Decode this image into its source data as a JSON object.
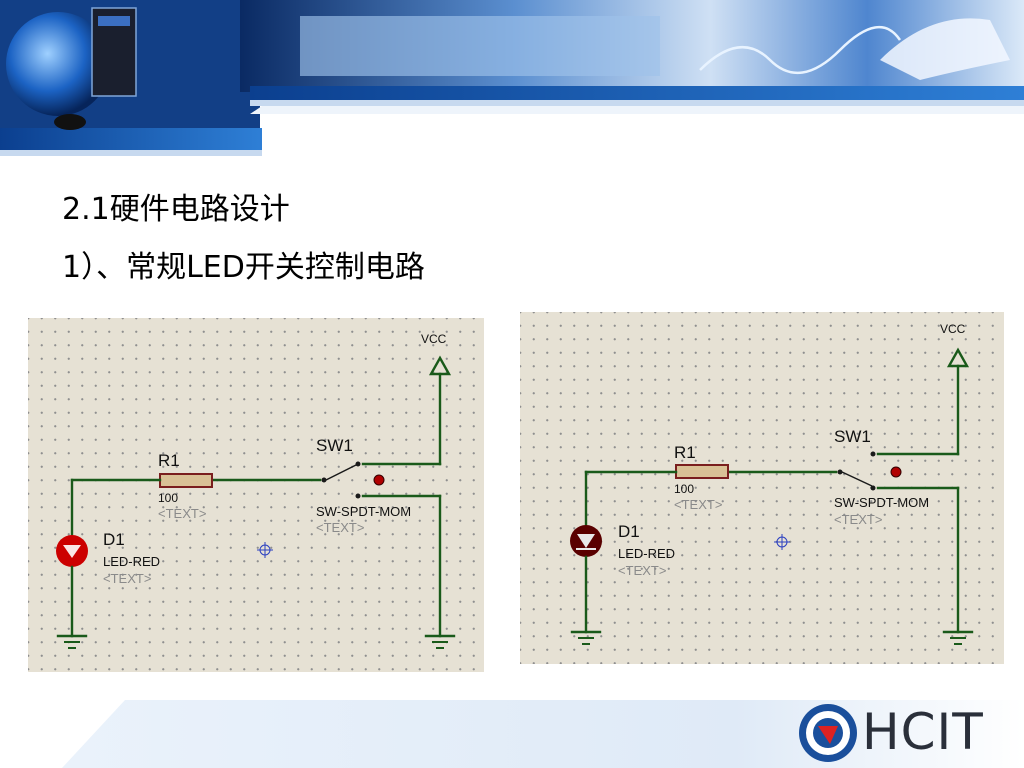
{
  "slide": {
    "title": "2.1硬件电路设计",
    "subtitle": "1）、常规LED开关控制电路"
  },
  "left_circuit": {
    "vcc": "VCC",
    "sw_ref": "SW1",
    "sw_model": "SW-SPDT-MOM",
    "sw_text": "<TEXT>",
    "r_ref": "R1",
    "r_value": "100",
    "r_text": "<TEXT>",
    "d_ref": "D1",
    "d_model": "LED-RED",
    "d_text": "<TEXT>"
  },
  "right_circuit": {
    "vcc": "VCC",
    "sw_ref": "SW1",
    "sw_model": "SW-SPDT-MOM",
    "sw_text": "<TEXT>",
    "r_ref": "R1",
    "r_value": "100",
    "r_text": "<TEXT>",
    "d_ref": "D1",
    "d_model": "LED-RED",
    "d_text": "<TEXT>"
  },
  "footer": {
    "logo_text": "HCIT"
  },
  "colors": {
    "wire": "#1a5a1a",
    "led_on": "#cc0000",
    "led_off": "#7a0000",
    "banner_blue": "#1e5fb0"
  }
}
